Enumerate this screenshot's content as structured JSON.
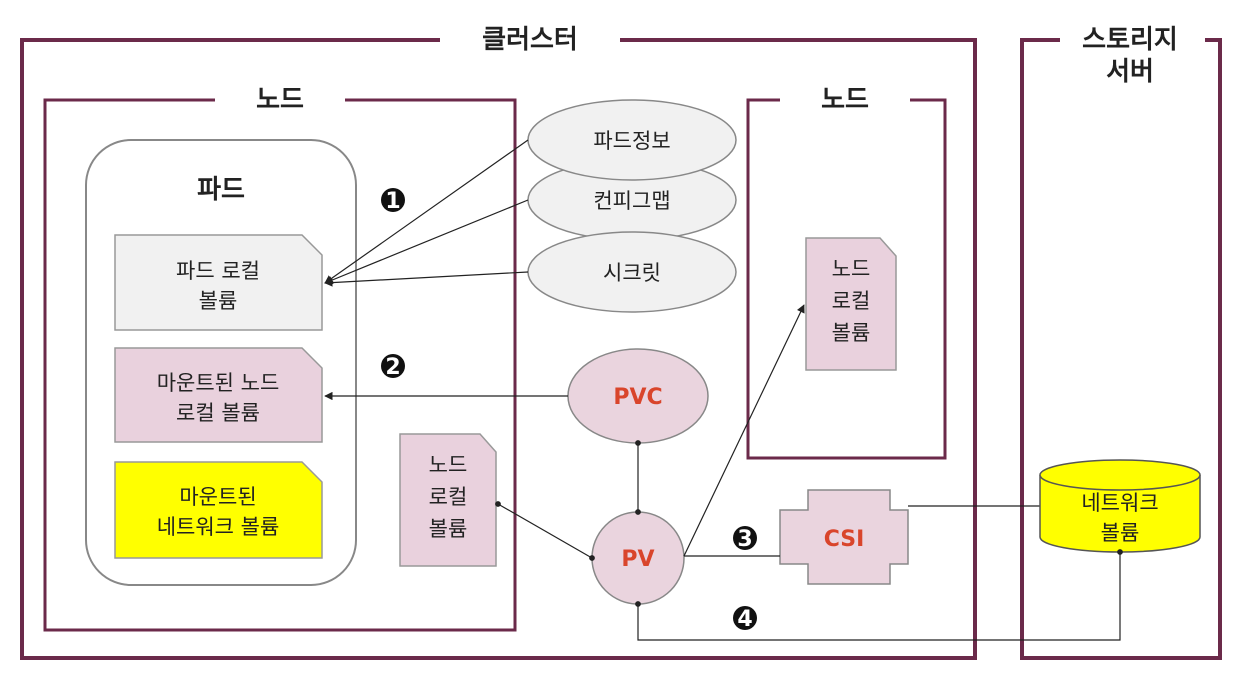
{
  "cluster": {
    "title": "클러스터"
  },
  "storage_server": {
    "title_line1": "스토리지",
    "title_line2": "서버"
  },
  "node_left": {
    "title": "노드"
  },
  "node_right": {
    "title": "노드"
  },
  "pod": {
    "title": "파드"
  },
  "pod_local_volume": {
    "line1": "파드 로컬",
    "line2": "볼륨"
  },
  "mounted_node_local_volume": {
    "line1": "마운트된 노드",
    "line2": "로컬 볼륨"
  },
  "mounted_network_volume": {
    "line1": "마운트된",
    "line2": "네트워크 볼륨"
  },
  "pod_info": {
    "label": "파드정보"
  },
  "configmap": {
    "label": "컨피그맵"
  },
  "secret": {
    "label": "시크릿"
  },
  "pvc": {
    "label": "PVC"
  },
  "pv": {
    "label": "PV"
  },
  "csi": {
    "label": "CSI"
  },
  "node_local_volume_middle": {
    "line1": "노드",
    "line2": "로컬",
    "line3": "볼륨"
  },
  "node_local_volume_right": {
    "line1": "노드",
    "line2": "로컬",
    "line3": "볼륨"
  },
  "network_volume": {
    "line1": "네트워크",
    "line2": "볼륨"
  },
  "markers": {
    "m1": "1",
    "m2": "2",
    "m3": "3",
    "m4": "4"
  },
  "colors": {
    "frame": "#6b2a4a",
    "pink_fill": "#e9d1dd",
    "gray_fill": "#f1f1f1",
    "yellow_fill": "#ffff00",
    "red_text": "#d9452b"
  }
}
